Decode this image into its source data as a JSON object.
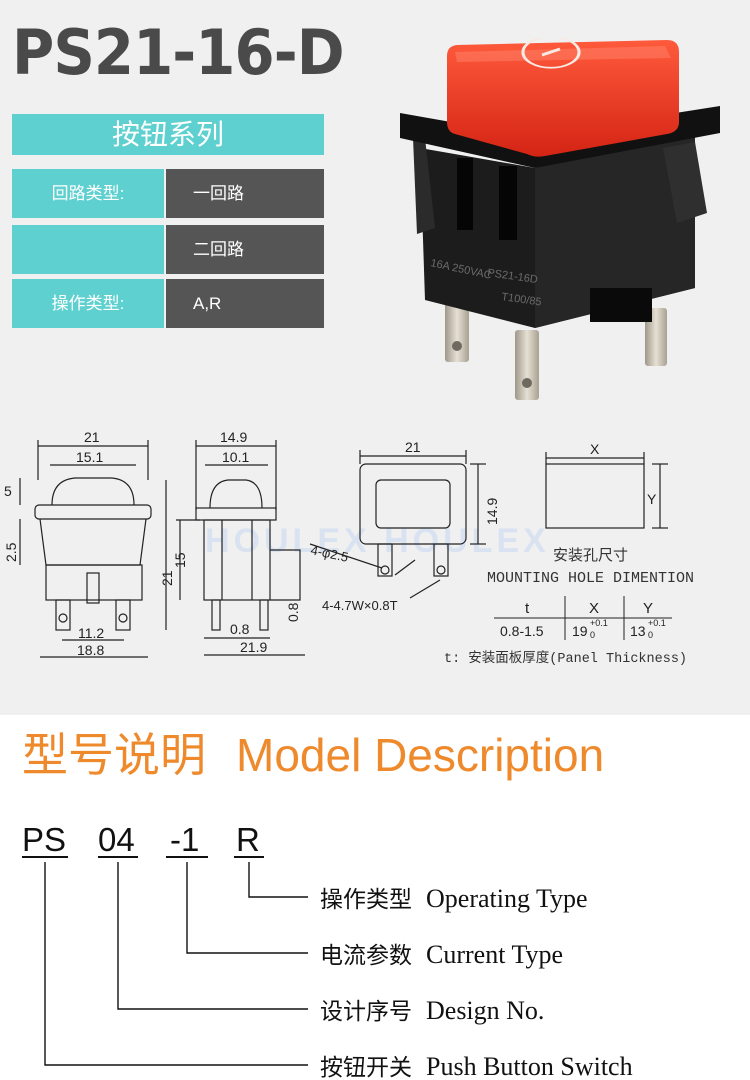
{
  "header": {
    "model": "PS21-16-D",
    "series": "按钮系列"
  },
  "specs": [
    {
      "label": "回路类型:",
      "value": "一回路"
    },
    {
      "label": "",
      "value": "二回路"
    },
    {
      "label": "操作类型:",
      "value": "A,R"
    }
  ],
  "product": {
    "marking_left": "16A 250VAC",
    "marking_right": "PS21-16D",
    "marking_right2": "T100/85",
    "colors": {
      "cap": "#e8321f",
      "housing": "#1a1a1a",
      "terminal": "#c9c2b4"
    }
  },
  "drawing": {
    "watermark": "HOULEX  HOULEX",
    "front": {
      "width": "21",
      "inner": "15.1",
      "h1": "5",
      "h2": "2.5",
      "pin_span": "11.2",
      "base": "18.8"
    },
    "side": {
      "width": "14.9",
      "inner": "10.1",
      "h1": "15",
      "h2": "21",
      "t1": "0.8",
      "t2": "0.8",
      "depth": "21.9"
    },
    "bottom": {
      "width": "21",
      "height": "14.9",
      "hole": "4-φ2.5",
      "terminal": "4-4.7W×0.8T"
    },
    "mounting": {
      "x": "X",
      "y": "Y",
      "title_cn": "安装孔尺寸",
      "title_en": "MOUNTING HOLE DIMENTION",
      "headers": [
        "t",
        "X",
        "Y"
      ],
      "row": [
        "0.8-1.5",
        "19",
        "13"
      ],
      "tol_plus": "+0.1",
      "tol_zero": "0",
      "note": "t: 安装面板厚度(Panel Thickness)"
    }
  },
  "model_description": {
    "title_cn": "型号说明",
    "title_en": "Model Description",
    "code": [
      "PS",
      "04",
      "-1",
      "R"
    ],
    "items": [
      {
        "cn": "操作类型",
        "en": "Operating Type"
      },
      {
        "cn": "电流参数",
        "en": "Current Type"
      },
      {
        "cn": "设计序号",
        "en": "Design No."
      },
      {
        "cn": "按钮开关",
        "en": "Push Button Switch"
      }
    ]
  }
}
